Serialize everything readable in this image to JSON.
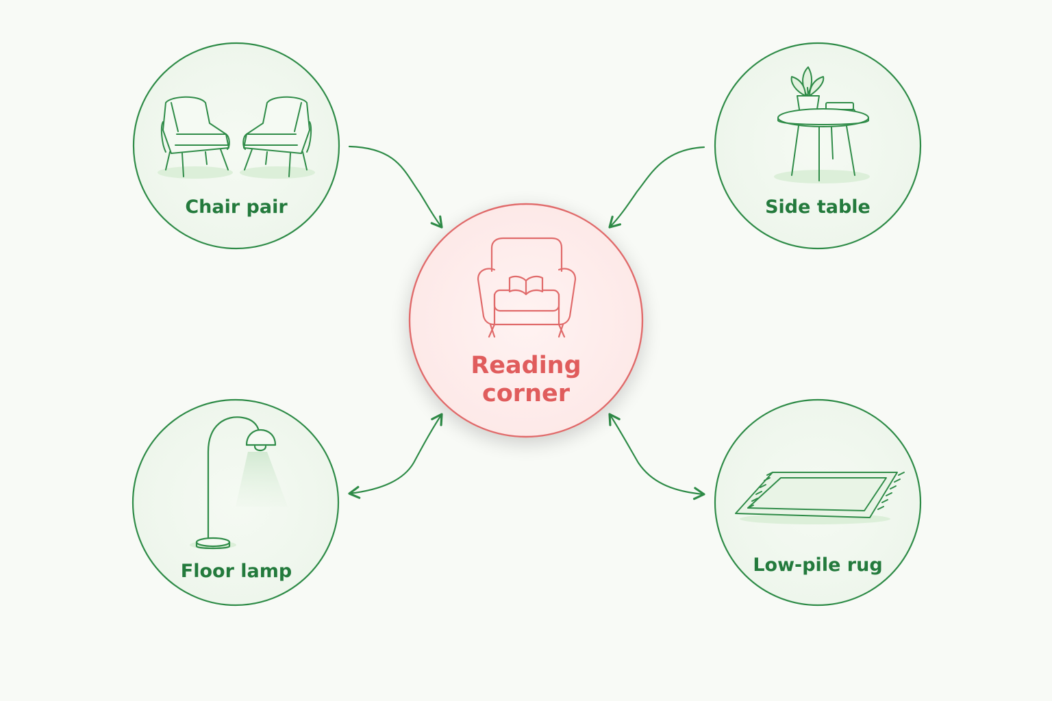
{
  "diagram": {
    "center": {
      "label_line1": "Reading",
      "label_line2": "corner",
      "icon": "armchair-with-book-icon"
    },
    "nodes": [
      {
        "id": "chair-pair",
        "label": "Chair pair",
        "icon": "two-armchairs-icon",
        "arrow": "to-center"
      },
      {
        "id": "side-table",
        "label": "Side table",
        "icon": "side-table-with-plant-icon",
        "arrow": "to-center"
      },
      {
        "id": "floor-lamp",
        "label": "Floor lamp",
        "icon": "floor-lamp-icon",
        "arrow": "bidirectional"
      },
      {
        "id": "low-pile-rug",
        "label": "Low-pile rug",
        "icon": "rug-icon",
        "arrow": "bidirectional"
      }
    ]
  },
  "colors": {
    "background": "#f8faf6",
    "green": "#2e8b47",
    "green_text": "#237a3c",
    "red": "#e06a6a",
    "red_text": "#e05c5c"
  }
}
